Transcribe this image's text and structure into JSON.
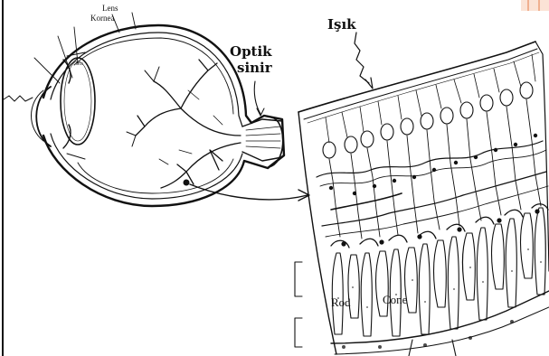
{
  "labels": {
    "lens": "Lens",
    "cornea": "Kornea",
    "iris": "Iris",
    "optic_nerve_line1": "Optik",
    "optic_nerve_line2": "sinir",
    "light": "Işık",
    "rod": "Rod",
    "cone": "Cone"
  },
  "colors": {
    "ink": "#111111",
    "corner_mark": "#f0b090",
    "background": "#ffffff"
  }
}
